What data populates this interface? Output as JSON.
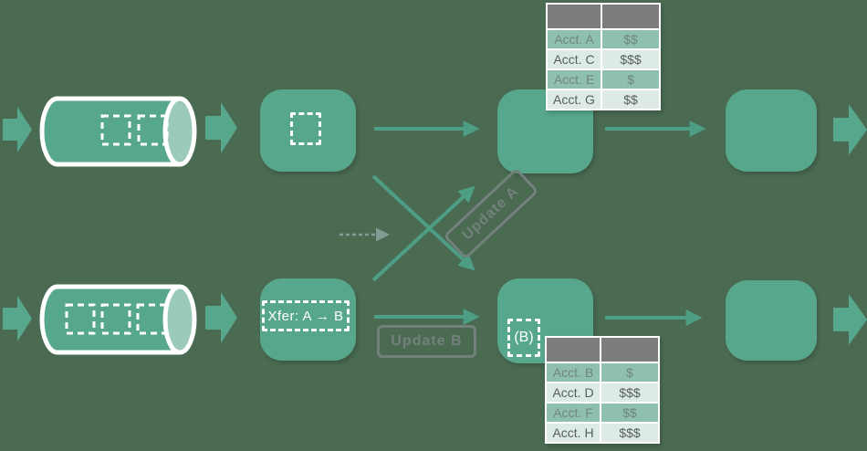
{
  "colors": {
    "background": "#4a6b52",
    "shape_teal": "#57a78d",
    "arrow_teal": "#4d9e84",
    "cylinder_cap": "#9bcbb8",
    "table_header_gray": "#7c7c7c",
    "table_row_teal": "#8fbfae",
    "table_row_light": "#ddebe4",
    "label_gray": "#73817c",
    "outline_white": "#ffffff"
  },
  "streams": {
    "top": {
      "record_count": 2
    },
    "bottom": {
      "record_count": 3
    }
  },
  "labels": {
    "xfer": "Xfer: A → B",
    "update_a": "Update A",
    "update_b": "Update B",
    "b_key": "(B)"
  },
  "tables": {
    "top": {
      "rows": [
        [
          "Acct. A",
          "$$"
        ],
        [
          "Acct. C",
          "$$$"
        ],
        [
          "Acct. E",
          "$"
        ],
        [
          "Acct. G",
          "$$"
        ]
      ]
    },
    "bottom": {
      "rows": [
        [
          "Acct. B",
          "$"
        ],
        [
          "Acct. D",
          "$$$"
        ],
        [
          "Acct. F",
          "$$"
        ],
        [
          "Acct. H",
          "$$$"
        ]
      ]
    }
  }
}
